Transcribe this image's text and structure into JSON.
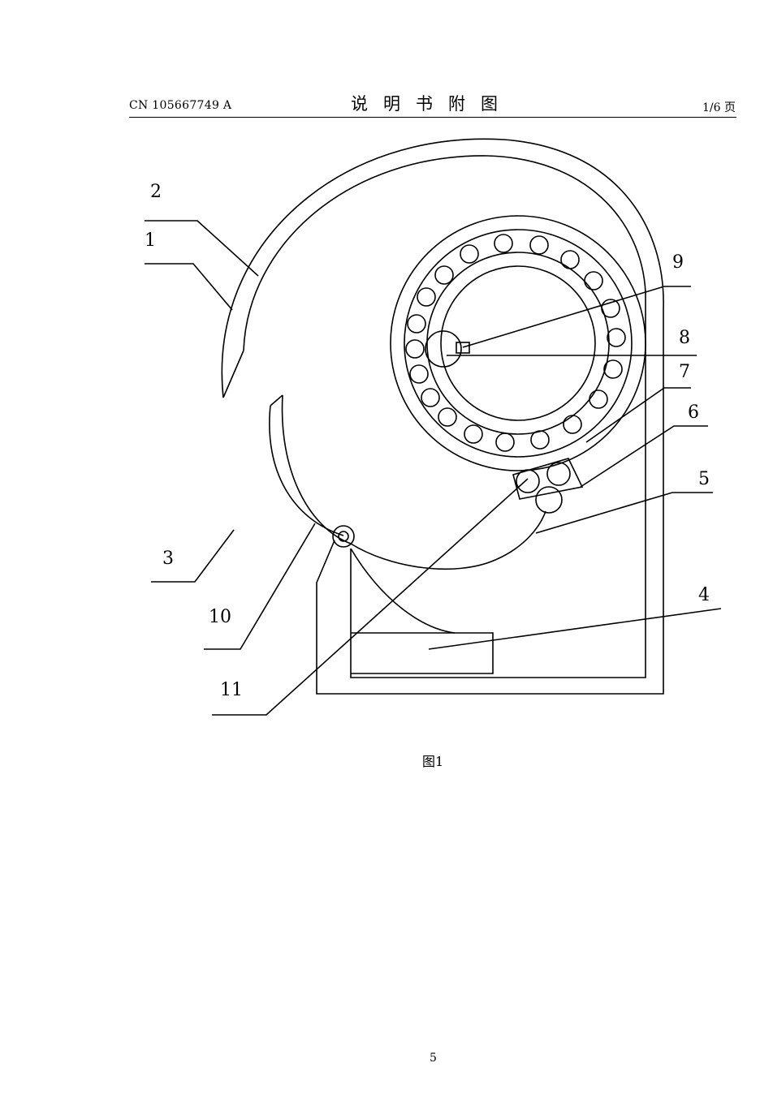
{
  "header": {
    "doc_number": "CN 105667749 A",
    "title": "说明书附图",
    "page_info": "1/6 页"
  },
  "figure": {
    "caption": "图1",
    "reference_labels": {
      "l1": "1",
      "l2": "2",
      "l3": "3",
      "l4": "4",
      "l5": "5",
      "l6": "6",
      "l7": "7",
      "l8": "8",
      "l9": "9",
      "l10": "10",
      "l11": "11"
    }
  },
  "footer": {
    "page_number": "5"
  }
}
